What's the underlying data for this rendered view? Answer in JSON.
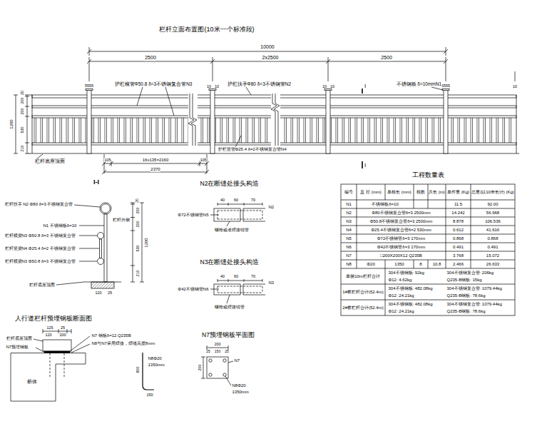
{
  "diagram": {
    "title": "栏杆立面布置图(10米一个标准段)",
    "labels": [
      "10000",
      "2500",
      "2x2500",
      "2500",
      "5555",
      "10",
      "10",
      "10",
      "10",
      "5555",
      "10",
      "护栏横管Φ50.8 δ=3不锈钢复合管N3",
      "护栏扶手Φ80 δ=3不锈钢管N2",
      "不锈钢板 δ=10mmN1",
      "I",
      "I",
      "20",
      "200",
      "200",
      "530",
      "210",
      "1200",
      "栏杆底座顶面",
      "105",
      "16x135=2160",
      "105",
      "2370",
      "护栏竖管Φ25.4 δ=2不锈钢复合管N4",
      "I-I",
      "栏杆扶手 N2 Φ80 δ=3 不锈钢复合管",
      "栏杆外侧",
      "N1 不锈钢板δ=10",
      "栏杆横梁N3 Φ50.8 δ=3 不锈钢复合管",
      "栏杆竖梁N4 Φ25.4 δ=2 不锈钢复合管",
      "栏杆横梁N3 Φ50.8 δ=3 不锈钢复合管",
      "栏杆底座顶面",
      "120",
      "25",
      "20",
      "200",
      "200",
      "530",
      "210",
      "1200",
      "N2在断缝处接头构造",
      "40",
      "60",
      "70",
      "Φ72不锈钢管N5",
      "N2",
      "螺栓或者焊接锚管",
      "N3在断缝处接头构造",
      "40",
      "60",
      "70",
      "Φ42不锈钢管N6",
      "N3",
      "螺栓或焊接锚管",
      "人行道栏杆预埋钢板断面图",
      "125",
      "25",
      "120",
      "200",
      "栏杆底座顶面",
      "N7 钢板δ=12 Q235B",
      "N8与N7采用焊接，焊缝高度8mm",
      "N7预埋钢板",
      "桥体",
      "N8Φ20",
      "1350mm",
      "800",
      "150",
      "N7预埋钢板平面图",
      "200",
      "25",
      "150",
      "25",
      "200",
      "N7",
      "N8Φ20",
      "1350mm",
      "工程数量表",
      "编号",
      "直 径 (mm)",
      "单根长 (mm)",
      "根数",
      "共长 (m)",
      "单件重 (Kg)",
      "总重(以10米长计) (Kg)",
      "N1",
      "不锈钢板δ=10",
      "11.5",
      "92.00",
      "N2",
      "Φ80不锈钢复合管δ=3 2500mm",
      "14.242",
      "56.968",
      "N3",
      "Φ50.8不锈钢复合管δ=3 2500mm",
      "8.878",
      "106.536",
      "N4",
      "Φ25.4不锈钢复合管δ=2 530mm",
      "0.612",
      "41.616",
      "N5",
      "Φ72不锈钢管δ=3 170mm",
      "0.868",
      "0.868",
      "N6",
      "Φ42不锈钢管δ=3 170mm",
      "0.491",
      "0.491",
      "N7",
      "□200X200X12 Q235B",
      "3.768",
      "15.072",
      "N8",
      "Φ20",
      "1350",
      "8",
      "10.8",
      "2.466",
      "26.633",
      "单侧10m栏杆合计",
      "304不锈钢板: 92kg",
      "304不锈钢复合管: 206kg",
      "Φ12: 4.62kg",
      "Q235-B钢板: 15kg",
      "1#桥栏杆合计(52.4m)",
      "304不锈钢板: 482.08kg",
      "304不锈钢复合管: 1079.44kg",
      "Φ12: 24.21kg",
      "Q235-B钢板: 78.6kg",
      "2#桥栏杆合计(52.4m)",
      "304不锈钢板: 482.08kg",
      "304不锈钢复合管: 1079.44kg",
      "Φ12: 24.21kg",
      "Q235-B钢板: 78.6kg"
    ]
  }
}
